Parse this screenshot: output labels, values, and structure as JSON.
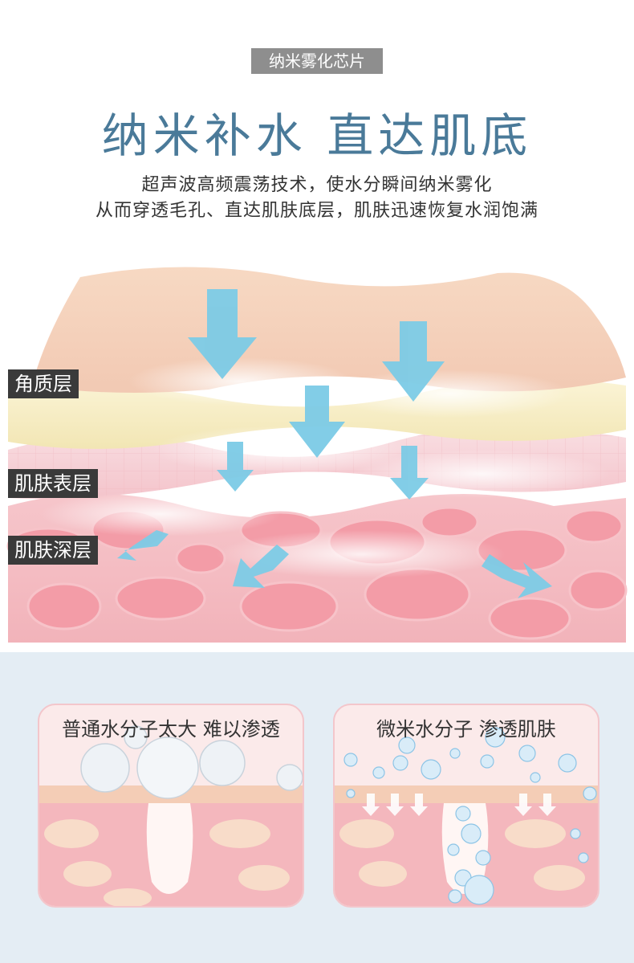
{
  "header": {
    "tag": "纳米雾化芯片",
    "title": "纳米补水  直达肌底",
    "subtitle_line1": "超声波高频震荡技术，使水分瞬间纳米雾化",
    "subtitle_line2": "从而穿透毛孔、直达肌肤底层，肌肤迅速恢复水润饱满"
  },
  "layers": {
    "stratum": "角质层",
    "epidermis": "肌肤表层",
    "dermis": "肌肤深层"
  },
  "comparison": {
    "normal": {
      "title": "普通水分子太大 难以渗透"
    },
    "micro": {
      "title": "微米水分子 渗透肌肤"
    }
  },
  "colors": {
    "title_blue": "#4a7a99",
    "arrow_blue": "#7ccbe6",
    "skin_peach": "#f6d3bd",
    "skin_cream": "#f7efc9",
    "skin_pink": "#f4b3b8"
  }
}
